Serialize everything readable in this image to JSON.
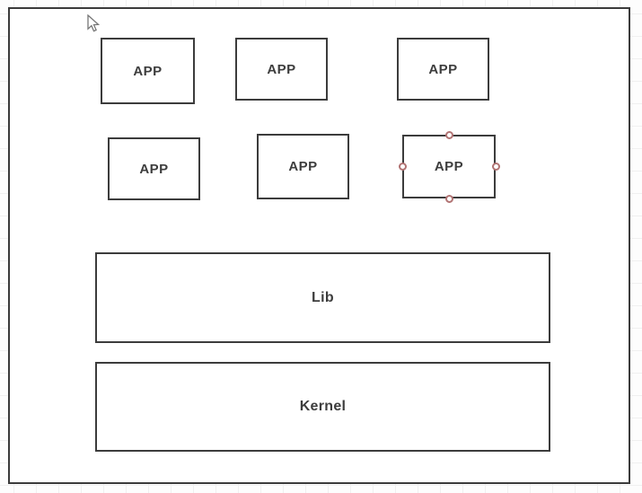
{
  "canvas": {
    "apps": [
      {
        "label": "APP",
        "selected": false
      },
      {
        "label": "APP",
        "selected": false
      },
      {
        "label": "APP",
        "selected": false
      },
      {
        "label": "APP",
        "selected": false
      },
      {
        "label": "APP",
        "selected": false
      },
      {
        "label": "APP",
        "selected": true
      }
    ],
    "layers": [
      {
        "label": "Lib"
      },
      {
        "label": "Kernel"
      }
    ]
  },
  "icons": {
    "cursor": "arrow-pointer"
  },
  "colors": {
    "shape_border": "#3c3c3c",
    "shape_fill": "#ffffff",
    "text": "#3d3d3d",
    "selection_handle_stroke": "#b17373",
    "grid_line": "#f0f0f0",
    "page_background": "#fdfdfd"
  }
}
